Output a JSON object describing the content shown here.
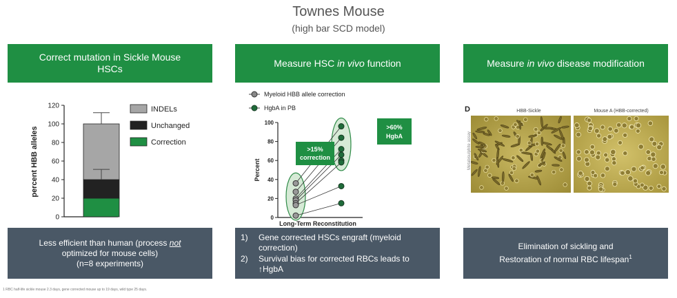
{
  "title": "Townes Mouse",
  "subtitle": "(high bar SCD model)",
  "panels": [
    {
      "header": "Correct mutation in Sickle Mouse HSCs",
      "footer_line1a": "Less efficient than human (process ",
      "footer_line1b": "not",
      "footer_line2": "optimized for mouse cells)",
      "footer_line3": "(n=8 experiments)"
    },
    {
      "header_a": "Measure HSC ",
      "header_b": "in vivo",
      "header_c": " function",
      "items": [
        {
          "num": "1)",
          "text": "Gene corrected HSCs engraft (myeloid correction)"
        },
        {
          "num": "2)",
          "text": "Survival bias for corrected RBCs leads to ↑HgbA"
        }
      ]
    },
    {
      "header_a": "Measure ",
      "header_b": "in vivo",
      "header_c": " disease modification",
      "footer_line1": "Elimination of sickling and",
      "footer_line2": "Restoration of normal RBC lifespan",
      "footer_sup": "1",
      "image_panel_letter": "D",
      "image_left_label": "HBB-Sickle",
      "image_right_label": "Mouse A (HBB-corrected)",
      "image_side_label": "Metabisulphite assay"
    }
  ],
  "footnote": "1 RBC half-life sickle mouse 2.3 days, gene corrected mouse up to 19 days, wild type 25 days.",
  "colors": {
    "green": "#1f8f43",
    "slate": "#4a5866",
    "indel": "#a6a6a6",
    "unchanged": "#222222",
    "correction": "#1f8f43"
  },
  "chart_data": [
    {
      "type": "bar",
      "stacked": true,
      "ylabel": "percent HBB alleles",
      "ylim": [
        0,
        120
      ],
      "yticks": [
        0,
        20,
        40,
        60,
        80,
        100,
        120
      ],
      "series": [
        {
          "name": "Correction",
          "values": [
            20
          ],
          "color": "#1f8f43"
        },
        {
          "name": "Unchanged",
          "values": [
            20
          ],
          "color": "#222222",
          "error": 11
        },
        {
          "name": "INDELs",
          "values": [
            60
          ],
          "color": "#a6a6a6",
          "error": 12
        }
      ],
      "legend_position": "right"
    },
    {
      "type": "scatter",
      "xlabel": "Long-Term Reconstitution",
      "ylabel": "Percent",
      "ylim": [
        0,
        100
      ],
      "yticks": [
        0,
        20,
        40,
        60,
        80,
        100
      ],
      "series": [
        {
          "name": "Myeloid HBB allele correction",
          "values": [
            36,
            27,
            20,
            18,
            15,
            13,
            2
          ]
        },
        {
          "name": "HgbA in PB",
          "values": [
            96,
            84,
            72,
            66,
            60,
            58,
            33,
            15
          ]
        }
      ],
      "annotations": [
        ">15% correction",
        ">60% HgbA"
      ]
    }
  ]
}
